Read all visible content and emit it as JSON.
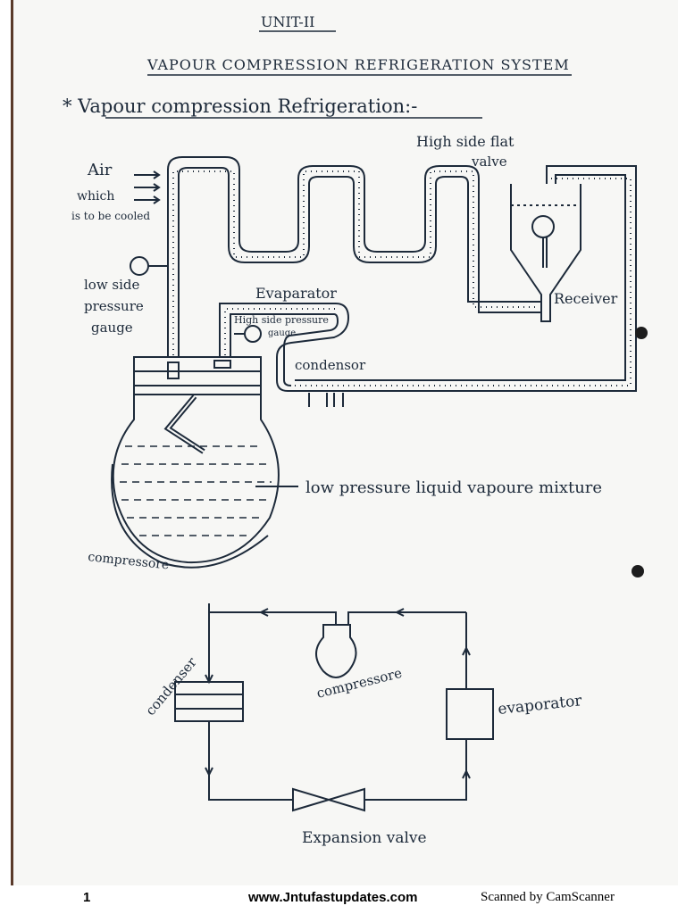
{
  "header": {
    "unit": "UNIT-II",
    "title": "VAPOUR COMPRESSION REFRIGERATION SYSTEM",
    "heading": "* Vapour compression Refrigeration:-"
  },
  "diagram1": {
    "labels": {
      "high_side_flat": "High side flat",
      "valve": "valve",
      "air_1": "Air",
      "air_2": "which",
      "air_3": "is to be cooled",
      "low_side_1": "low side",
      "low_side_2": "pressure",
      "low_side_3": "gauge",
      "evaporator": "Evaparator",
      "high_side_gauge_1": "High side pressure",
      "high_side_gauge_2": "gauge",
      "condensor": "condensor",
      "receiver": "Receiver",
      "mixture": "low pressure liquid vapoure mixture",
      "compressor": "compressore"
    }
  },
  "diagram2": {
    "labels": {
      "condenser": "condenser",
      "compressor": "compressore",
      "evaporator": "evaporator",
      "expansion_valve": "Expansion valve"
    }
  },
  "footer": {
    "page_number": "1",
    "website": "www.Jntufastupdates.com",
    "scanner": "Scanned by CamScanner"
  },
  "colors": {
    "ink": "#1d2a3a",
    "paper": "#f7f7f5"
  }
}
